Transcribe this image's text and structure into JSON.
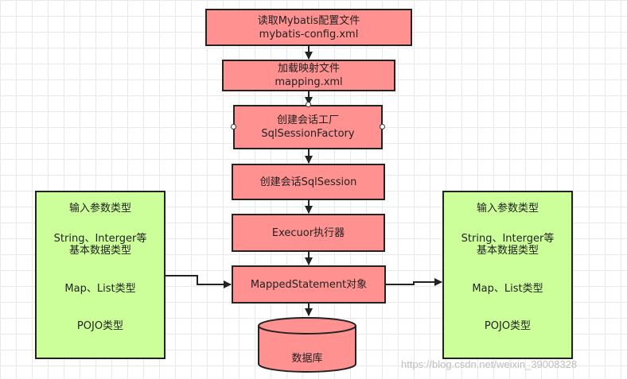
{
  "flow": {
    "read_config": {
      "line1": "读取Mybatis配置文件",
      "line2": "mybatis-config.xml"
    },
    "load_mapping": {
      "line1": "加载映射文件",
      "line2": "mapping.xml"
    },
    "create_factory": {
      "line1": "创建会话工厂",
      "line2": "SqlSessionFactory"
    },
    "create_session": {
      "line1": "创建会话SqlSession"
    },
    "executor": {
      "line1": "Execuor执行器"
    },
    "mapped_statement": {
      "line1": "MappedStatement对象"
    },
    "database": {
      "label": "数据库"
    }
  },
  "input_panel": {
    "title": "输入参数类型",
    "item1_line1": "String、Interger等",
    "item1_line2": "基本数据类型",
    "item2": "Map、List类型",
    "item3": "POJO类型"
  },
  "output_panel": {
    "title": "输入参数类型",
    "item1_line1": "String、Interger等",
    "item1_line2": "基本数据类型",
    "item2": "Map、List类型",
    "item3": "POJO类型"
  },
  "colors": {
    "process_fill": "#ff9191",
    "panel_fill": "#ccff99",
    "stroke": "#222222"
  },
  "watermark": "https://blog.csdn.net/weixin_39008328"
}
